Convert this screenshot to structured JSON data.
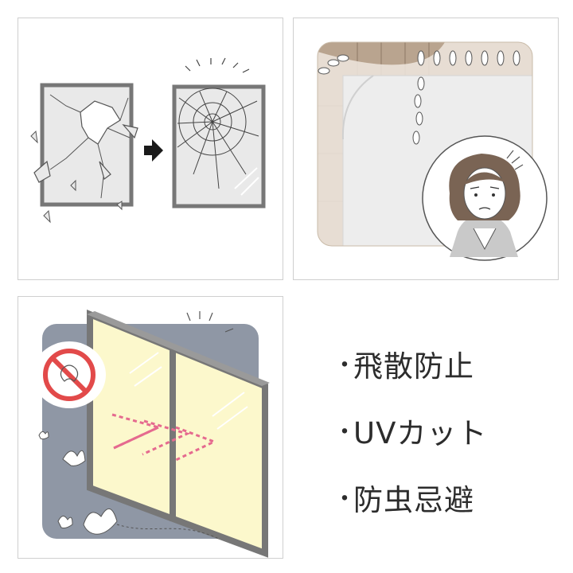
{
  "features": {
    "bullet": "・",
    "items": [
      {
        "label": "飛散防止"
      },
      {
        "label": "UVカット"
      },
      {
        "label": "防虫忌避"
      }
    ]
  },
  "colors": {
    "frame": "#777777",
    "glass": "#e9e9e9",
    "wood": "#b9a48f",
    "window_yellow": "#fcf8cc",
    "bg_slate": "#8f97a5",
    "arrow_pink": "#e56a8f",
    "prohibit_red": "#e24a4a"
  },
  "icons": [
    "broken-glass-window-icon",
    "arrow-right-icon",
    "cracked-glass-window-icon",
    "curtain-icon",
    "worried-woman-icon",
    "no-bugs-icon",
    "moth-icon",
    "uv-arrow-icon"
  ]
}
